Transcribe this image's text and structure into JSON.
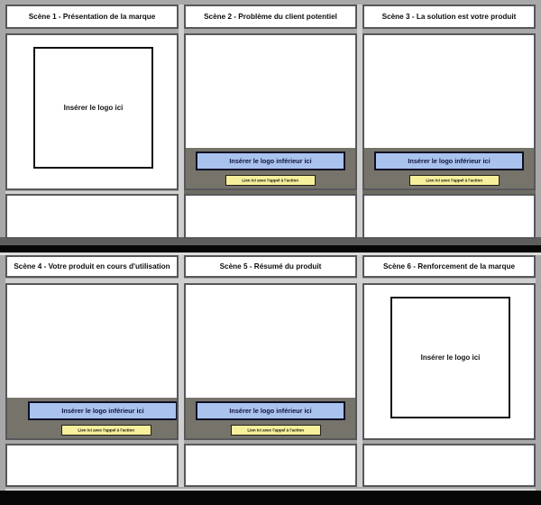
{
  "scenes": [
    {
      "title": "Scène 1 - Présentation de la marque",
      "type": "logo",
      "logo_placeholder": "Insérer le logo ici"
    },
    {
      "title": "Scène 2 - Problème du client potentiel",
      "type": "cta",
      "lower_logo_placeholder": "Insérer le logo inférieur ici",
      "cta_placeholder": "Lien ici avec l'appel à l'action"
    },
    {
      "title": "Scène 3 - La solution est votre produit",
      "type": "cta",
      "lower_logo_placeholder": "Insérer le logo inférieur ici",
      "cta_placeholder": "Lien ici avec l'appel à l'action"
    },
    {
      "title": "Scène 4 - Votre produit en cours d'utilisation",
      "type": "cta",
      "lower_logo_placeholder": "Insérer le logo inférieur ici",
      "cta_placeholder": "Lien ici avec l'appel à l'action"
    },
    {
      "title": "Scène 5 - Résumé du produit",
      "type": "cta",
      "lower_logo_placeholder": "Insérer le logo inférieur ici",
      "cta_placeholder": "Lien ici avec l'appel à l'action"
    },
    {
      "title": "Scène 6 - Renforcement de la marque",
      "type": "logo",
      "logo_placeholder": "Insérer le logo ici"
    }
  ],
  "colors": {
    "page_background": "#a8a8a8",
    "cell_background": "#ffffff",
    "cell_border": "#57575b",
    "strip_background": "#76736a",
    "lower_logo_button_fill": "#aac3ee",
    "cta_button_fill": "#f6ef9c",
    "separator_black": "#070707",
    "separator_dark_gray": "#5e5e5e"
  }
}
